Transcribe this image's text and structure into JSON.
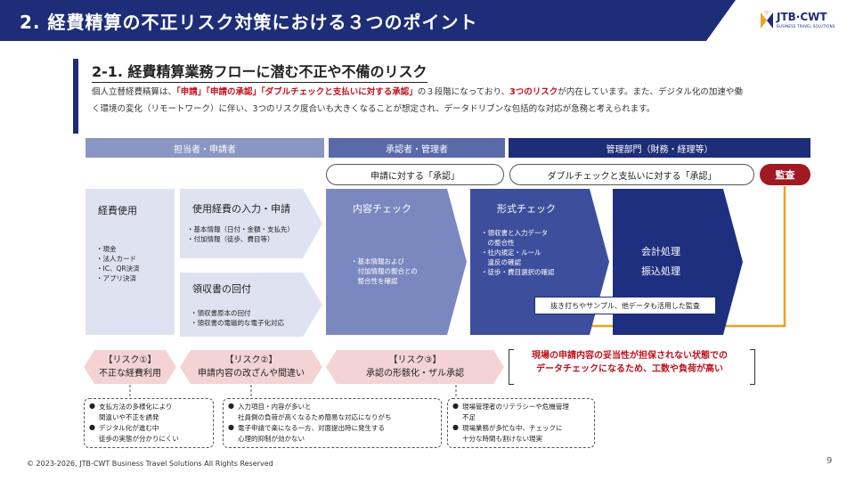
{
  "header": {
    "title": "2. 経費精算の不正リスク対策における３つのポイント",
    "logo_text": "JTB·CWT",
    "logo_sub": "BUSINESS TRAVEL SOLUTIONS"
  },
  "section": {
    "subtitle": "2-1. 経費精算業務フローに潜む不正や不備のリスク",
    "desc_1": "個人立替経費精算は、",
    "desc_2": "「申請」「申請の承認」「ダブルチェックと支払いに対する承認」",
    "desc_3": "の３段階になっており、",
    "desc_4": "3つのリスク",
    "desc_5": "が内在し",
    "desc_6": "ています。また、デジタル化の加速や働く環境の変化（リモートワーク）に伴い、3つのリスク度合いも大きくなることが想定され、データドリブンな包括的な対応が急務と考えられます。"
  },
  "roles": {
    "applicant": "担当者・申請者",
    "approver": "承認者・管理者",
    "admin": "管理部門（財務・経理等）"
  },
  "approvals": {
    "app_approval": "申請に対する「承認」",
    "double_check": "ダブルチェックと支払いに対する「承認」",
    "audit": "監査"
  },
  "flow": {
    "expense_use": {
      "title": "経費使用",
      "items": [
        "・現金",
        "・法人カード",
        "・IC、QR決済",
        "・アプリ決済"
      ]
    },
    "entry": {
      "title": "使用経費の入力・申請",
      "items": [
        "・基本情報（日付・金額・支払先）",
        "・付加情報（徒歩、費目等）"
      ]
    },
    "receipt": {
      "title": "領収書の回付",
      "items": [
        "・領収書原本の回付",
        "・領収書の電磁的な電子化対応"
      ]
    },
    "content_check": {
      "title": "内容チェック",
      "items": [
        "・基本情報および",
        "　付加情報の整合との",
        "　整合性を確認"
      ]
    },
    "format_check": {
      "title": "形式チェック",
      "items": [
        "・領収書と入力データ",
        "　の整合性",
        "・社内規定・ルール",
        "　違反の確認",
        "・徒歩・費目選択の確認"
      ]
    },
    "accounting": {
      "line1": "会計処理",
      "line2": "振込処理"
    },
    "audit_box": "抜き打ちやサンプル、他データも活用した監査"
  },
  "risks": {
    "r1_head": "【リスク①】",
    "r1_body": "不正な経費利用",
    "r2_head": "【リスク②】",
    "r2_body": "申請内容の改ざんや間違い",
    "r3_head": "【リスク③】",
    "r3_body": "承認の形骸化・ザル承認",
    "r4_line1": "現場の申請内容の妥当性が担保されない状態での",
    "r4_line2": "データチェックになるため、工数や負荷が高い"
  },
  "notes": {
    "n1": [
      "支払方法の多様化により",
      "間違いや不正を誘発",
      "デジタル化が進む中",
      "徒歩の実態が分かりにくい"
    ],
    "n2": [
      "入力項目・内容が多いと",
      "社員側の負荷が高くなるため簡易な対応になりがち",
      "電子申請で楽になる一方、対面提出時に発生する",
      "心理的抑制が効かない"
    ],
    "n3": [
      "現場管理者のリテラシーや危機管理",
      "不足",
      "現場業務が多忙な中、チェックに",
      "十分な時間も割けない現実"
    ]
  },
  "footer": {
    "copyright": "© 2023-2026, JTB-CWT Business Travel Solutions All Rights Reserved",
    "page": "9"
  },
  "colors": {
    "navy": "#1e2d78",
    "role_light": "#8a97c4",
    "role_mid": "#5a6aa8",
    "arrow_light": "#dfe3f1",
    "arrow_mid": "#7b88c0",
    "arrow_dark": "#3d4f9c",
    "arrow_navy": "#1f2f80",
    "risk_pink": "#f4d3d4",
    "accent_red": "#c0101d",
    "audit_red": "#a11a22",
    "orange_line": "#f0a020"
  }
}
